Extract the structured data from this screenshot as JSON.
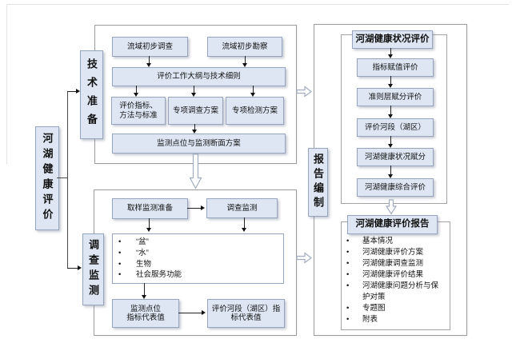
{
  "diagram": {
    "root_label": "河湖健康评价",
    "phase_tech": "技术准备",
    "phase_survey": "调查监测",
    "phase_report": "报告编制"
  },
  "tech_panel": {
    "basin_survey_box": "流域初步调查",
    "basin_recon_box": "流域初步勘察",
    "outline_box": "评价工作大纲与技术细则",
    "indicators_box_line1": "评价指标、",
    "indicators_box_line2": "方法与标准",
    "special_survey_box": "专项调查方案",
    "special_test_box": "专项检测方案",
    "monitor_plan_box": "监测点位与监测断面方案"
  },
  "survey_panel": {
    "sampling_prep_box": "取样监测准备",
    "survey_monitor_box": "调查监测",
    "items": [
      "“盆”",
      "“水”",
      "生物",
      "社会服务功能"
    ],
    "monitor_value_box_line1": "监测点位",
    "monitor_value_box_line2": "指标代表值",
    "reach_value_box_line1": "评价河段（湖区）指",
    "reach_value_box_line2": "标代表值"
  },
  "eval_panel": {
    "title": "河湖健康状况评价",
    "steps": [
      "指标赋值评价",
      "准则层赋分评价",
      "评价河段（湖区）",
      "河湖健康状况赋分",
      "河湖健康综合评价"
    ]
  },
  "report_panel": {
    "title": "河湖健康评价报告",
    "items": [
      "基本情况",
      "河湖健康评价方案",
      "河湖健康调查监测",
      "河湖健康评价结果",
      "河湖健康问题分析与保护对策",
      "专题图",
      "附表"
    ]
  },
  "colors": {
    "box_fill": "#dde6f2",
    "box_border": "#96a4bd",
    "panel_border": "#9b9b9b",
    "arrow": "#111111"
  }
}
